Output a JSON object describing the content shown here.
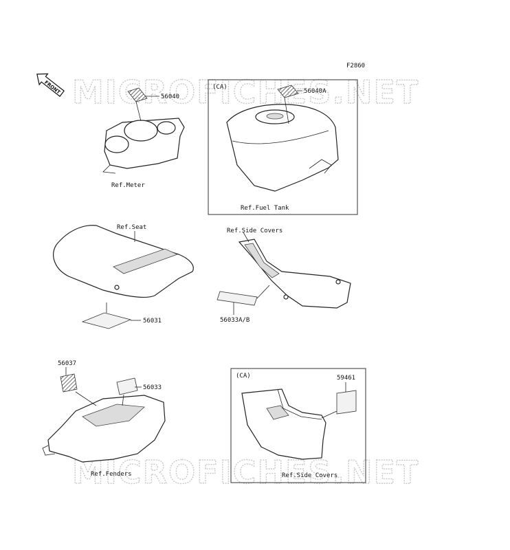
{
  "figure_code": "F2860",
  "front_arrow": {
    "text": "FRONT"
  },
  "watermark": "MICROFICHES.NET",
  "boxes": [
    {
      "id": "ca-fuel-tank",
      "tag": "(CA)"
    },
    {
      "id": "ca-side-covers",
      "tag": "(CA)"
    }
  ],
  "parts": {
    "p56040": "56040",
    "p56040A": "56040A",
    "p56031": "56031",
    "p56033AB": "56033A/B",
    "p56037": "56037",
    "p56033": "56033",
    "p59461": "59461"
  },
  "refs": {
    "meter": "Ref.Meter",
    "fuel_tank": "Ref.Fuel Tank",
    "seat": "Ref.Seat",
    "side_covers": "Ref.Side Covers",
    "fenders": "Ref.Fenders",
    "side_covers_ca": "Ref.Side Covers"
  }
}
